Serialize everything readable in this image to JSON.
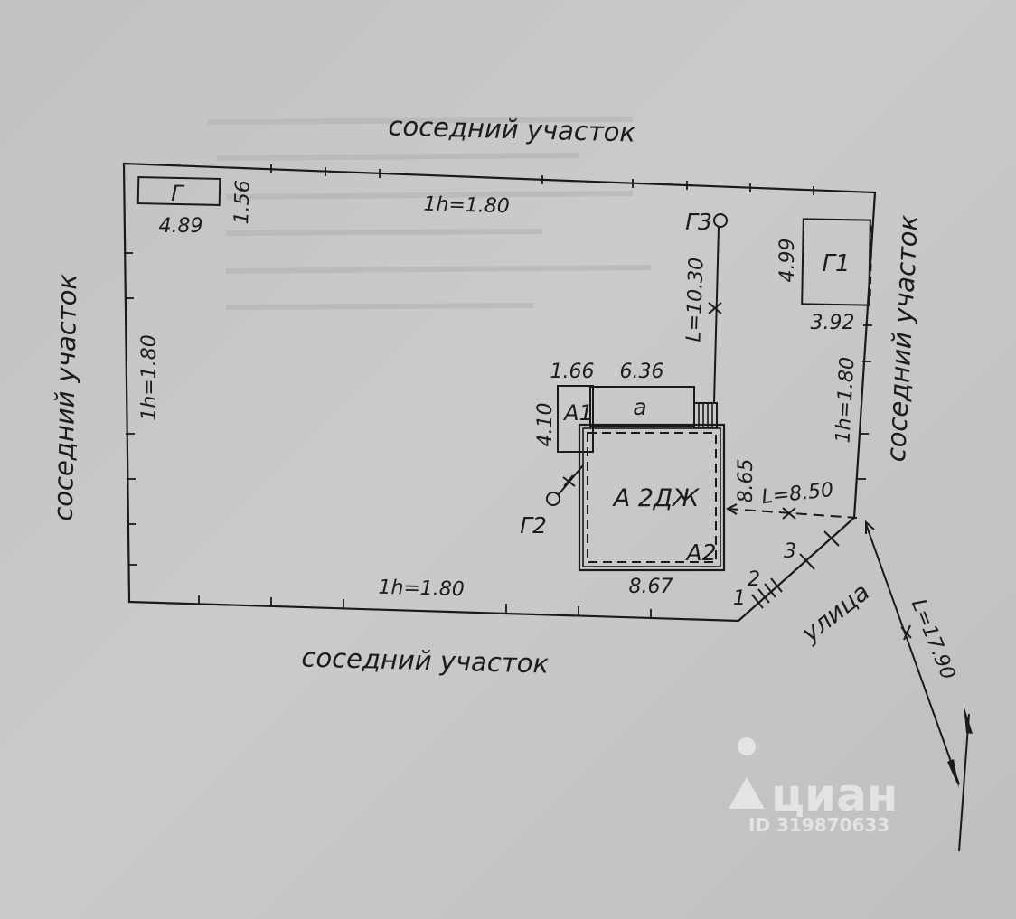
{
  "labels": {
    "neighbor_top": "соседний участок",
    "neighbor_bottom": "соседний участок",
    "neighbor_left": "соседний участок",
    "neighbor_right": "соседний участок",
    "street": "улица"
  },
  "fence": {
    "top": "1h=1.80",
    "left": "1h=1.80",
    "right": "1h=1.80",
    "bottom": "1h=1.80"
  },
  "garage_g": {
    "label": "Г",
    "width": "4.89",
    "depth": "1.56"
  },
  "garage_g1": {
    "label": "Г1",
    "width": "3.92",
    "depth": "4.99"
  },
  "g3": {
    "label": "Г3",
    "line": "L=10.30"
  },
  "g2": {
    "label": "Г2"
  },
  "house": {
    "main": "А 2ДЖ",
    "a1": "А1",
    "a": "а",
    "a2": "А2",
    "dim_a1": "1.66",
    "dim_a": "6.36",
    "dim_a1_side": "4.10",
    "dim_bottom": "8.67",
    "dim_right": "8.65"
  },
  "lines": {
    "to_street": "L=8.50",
    "street_line": "L=17.90"
  },
  "street_marks": [
    "1",
    "2",
    "3"
  ],
  "watermark": {
    "brand": "циан",
    "id": "ID 319870633"
  }
}
